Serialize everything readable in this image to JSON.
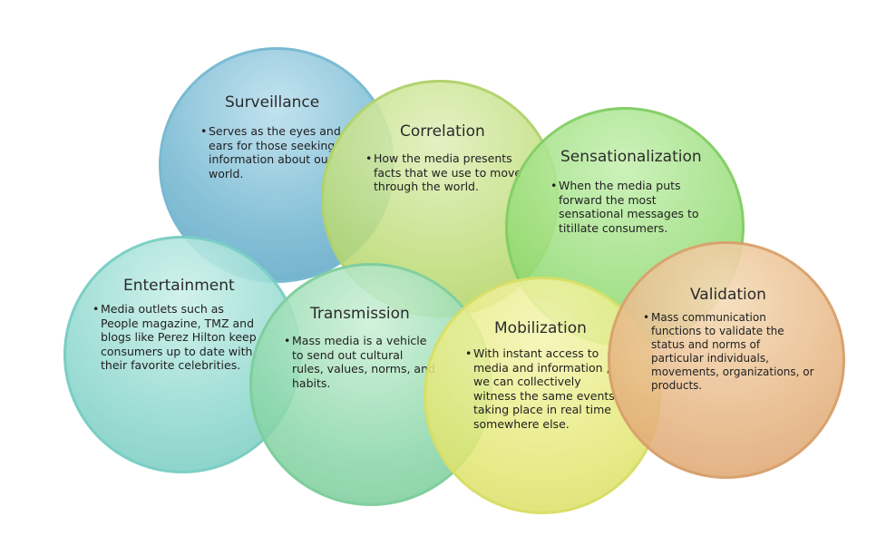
{
  "circles": {
    "surveillance": {
      "title": "Surveillance",
      "text": "Serves as the eyes and ears for those seeking information about our world.",
      "color": "#78b9d2"
    },
    "correlation": {
      "title": "Correlation",
      "text": "How the media presents facts that we use to move through the world.",
      "color": "#bedc78"
    },
    "sensationalization": {
      "title": "Sensationalization",
      "text": "When the media puts forward the most sensational messages to titillate consumers.",
      "color": "#96dc78"
    },
    "entertainment": {
      "title": "Entertainment",
      "text": "Media outlets such as People magazine, TMZ and blogs like Perez Hilton keep consumers up to date with their favorite celebrities.",
      "color": "#8cd7cd"
    },
    "transmission": {
      "title": "Transmission",
      "text": "Mass media is a vehicle to send out cultural rules, values, norms, and habits.",
      "color": "#8cd7aa"
    },
    "mobilization": {
      "title": "Mobilization",
      "text": "With instant access to media and information , we can collectively witness the same events taking place in real time somewhere else.",
      "color": "#e4e878"
    },
    "validation": {
      "title": "Validation",
      "text": "Mass communication functions to validate the status and norms of particular individuals, movements, organizations, or products.",
      "color": "#e6b482"
    }
  }
}
